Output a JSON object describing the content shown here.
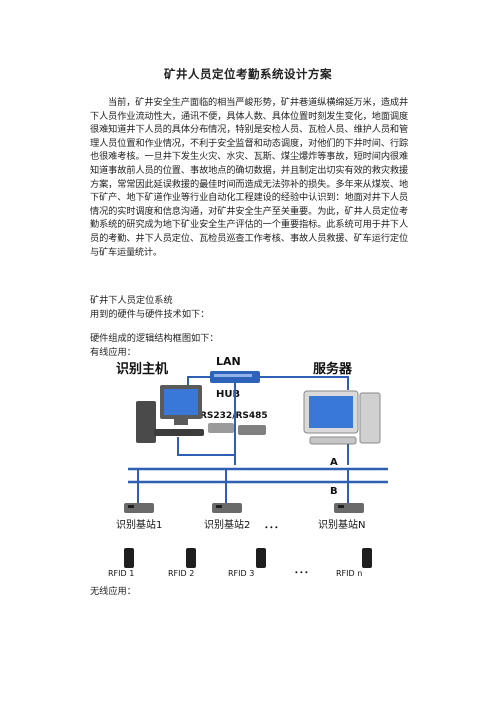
{
  "document": {
    "title": "矿井人员定位考勤系统设计方案",
    "intro": "当前，矿井安全生产面临的相当严峻形势，矿井巷道纵横绵延万米，造成井下人员作业流动性大，通讯不便，具体人数、具体位置时刻发生变化，地面调度很难知道井下人员的具体分布情况，特别是安检人员、瓦检人员、维护人员和管理人员位置和作业情况，不利于安全监督和动态调度，对他们的下井时间、行踪也很难考核。一旦井下发生火灾、水灾、瓦斯、煤尘爆炸等事故，短时间内很难知道事故前人员的位置、事故地点的确切数据，并且制定出切实有效的救灾救援方案，常常因此延误救援的最佳时间而造成无法弥补的损失。多年来从煤炭、地下矿产、地下矿道作业等行业自动化工程建设的经验中认识到：地面对井下人员情况的实时调度和信息沟通，对矿井安全生产至关重要。为此，矿井人员定位考勤系统的研究成为地下矿业安全生产评估的一个重要指标。此系统可用于井下人员的考勤、井下人员定位、瓦检员巡查工作考核、事故人员救援、矿车运行定位与矿车运量统计。",
    "section_system": "矿井下人员定位系统",
    "hardware_line": "用到的硬件与硬件技术如下：",
    "structure_line": "硬件组成的逻辑结构框图如下：",
    "wired_label": "有线应用：",
    "wireless_label": "无线应用："
  },
  "diagram": {
    "host_label": "识别主机",
    "lan_label": "LAN",
    "hub_label": "HUB",
    "server_label": "服务器",
    "rs_label": "RS232/RS485",
    "bus_a": "A",
    "bus_b": "B",
    "stations": [
      "识别基站1",
      "识别基站2",
      "识别基站N"
    ],
    "station_ellipsis": "．．．",
    "rfid_tags": [
      "RFID 1",
      "RFID 2",
      "RFID 3",
      "RFID n"
    ],
    "rfid_ellipsis": "．．．",
    "colors": {
      "bus": "#2f5fb3",
      "device": "#6a6a6a",
      "screen": "#3a78d8",
      "tag": "#1e1e1e"
    }
  }
}
